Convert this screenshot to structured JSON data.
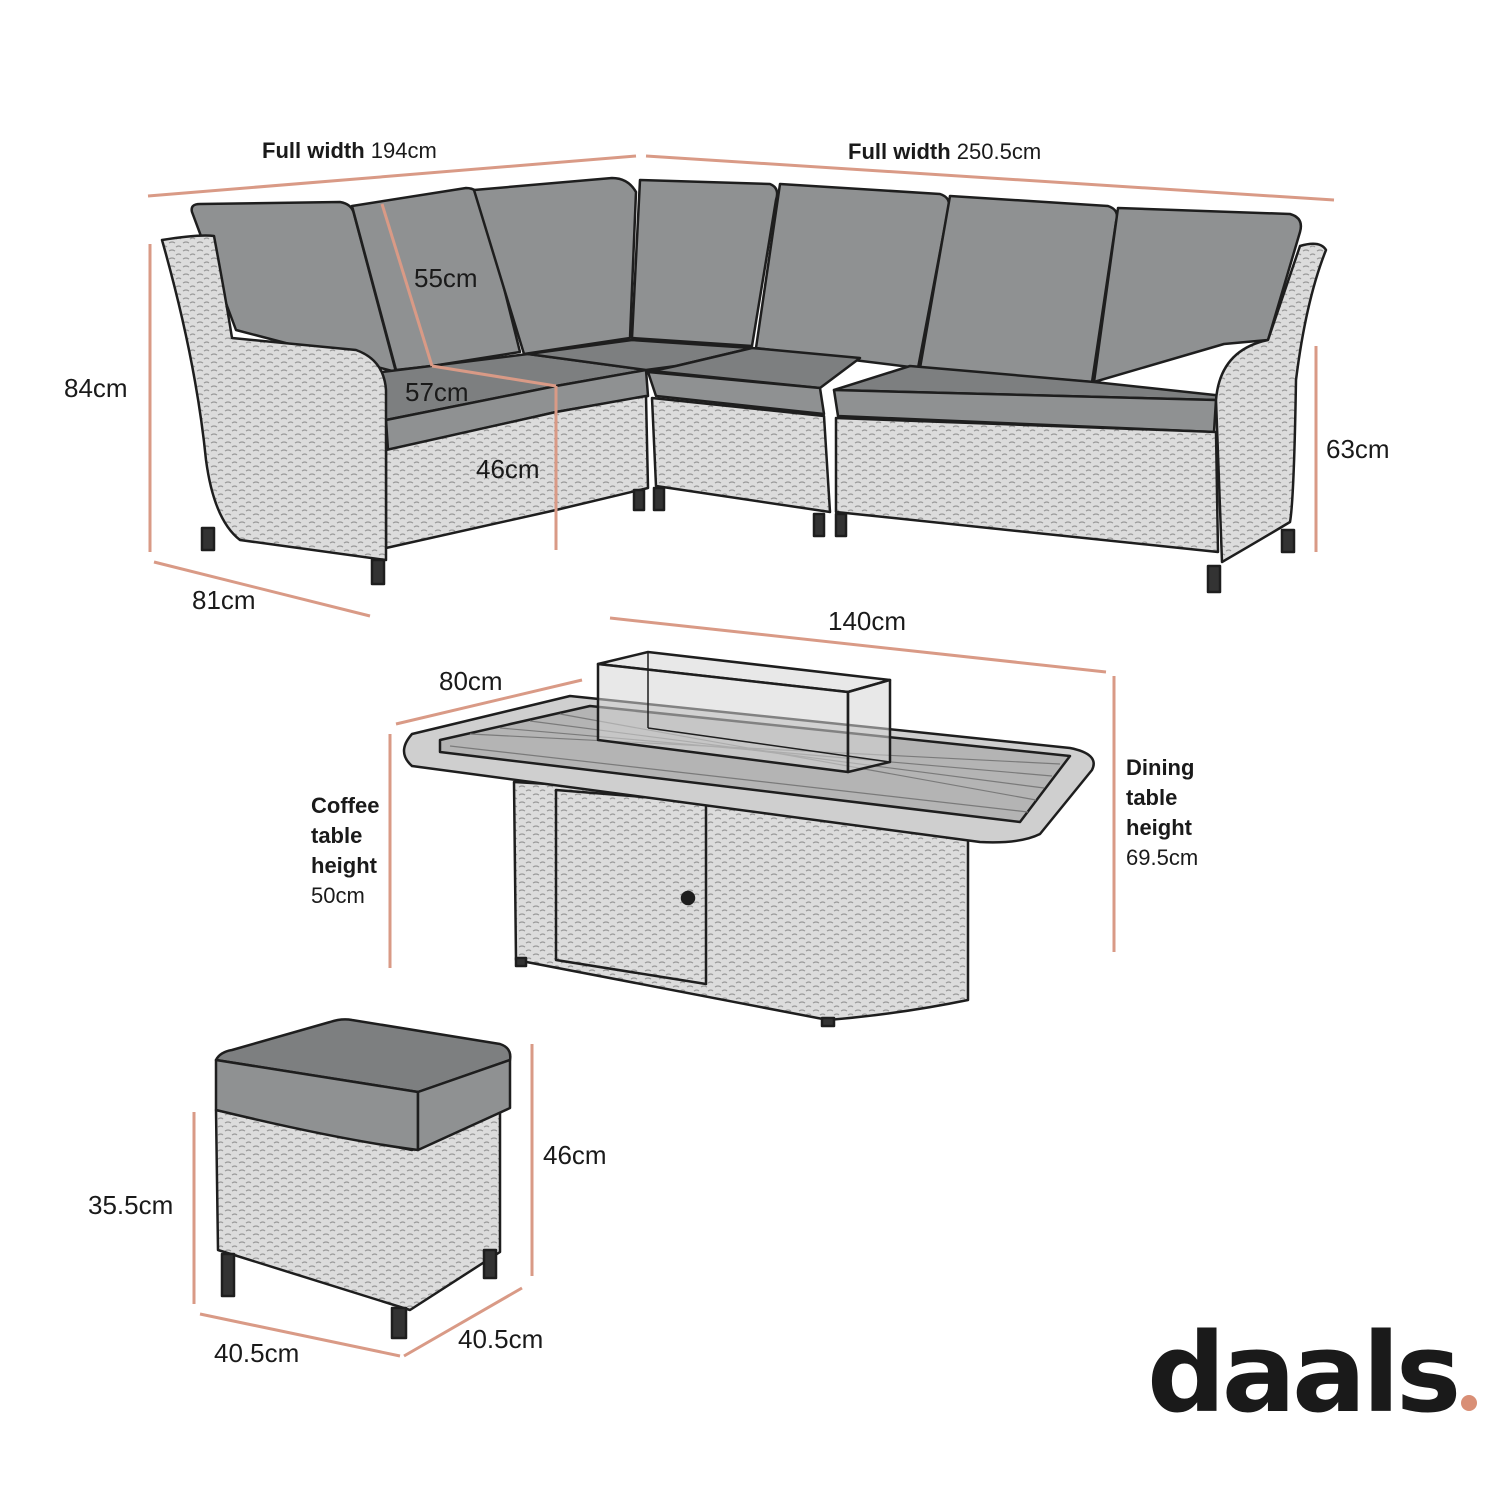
{
  "colors": {
    "dimension_line": "#d99a86",
    "cushion": "#8f9192",
    "cushion_dark": "#6f7172",
    "wicker": "#dcdcdc",
    "outline": "#1e1e1e",
    "logo_dot": "#d98f76"
  },
  "sofa": {
    "full_width_left_label": "Full width",
    "full_width_left_value": "194cm",
    "full_width_right_label": "Full width",
    "full_width_right_value": "250.5cm",
    "height": "84cm",
    "back_height": "55cm",
    "seat_depth": "57cm",
    "seat_height": "46cm",
    "arm_height": "63cm",
    "depth": "81cm"
  },
  "table": {
    "width": "140cm",
    "depth": "80cm",
    "coffee_label_1": "Coffee",
    "coffee_label_2": "table",
    "coffee_label_3": "height",
    "coffee_value": "50cm",
    "dining_label_1": "Dining",
    "dining_label_2": "table",
    "dining_label_3": "height",
    "dining_value": "69.5cm"
  },
  "stool": {
    "height_total": "46cm",
    "height_base": "35.5cm",
    "width": "40.5cm",
    "depth": "40.5cm"
  },
  "brand": {
    "logo_text": "daals"
  }
}
